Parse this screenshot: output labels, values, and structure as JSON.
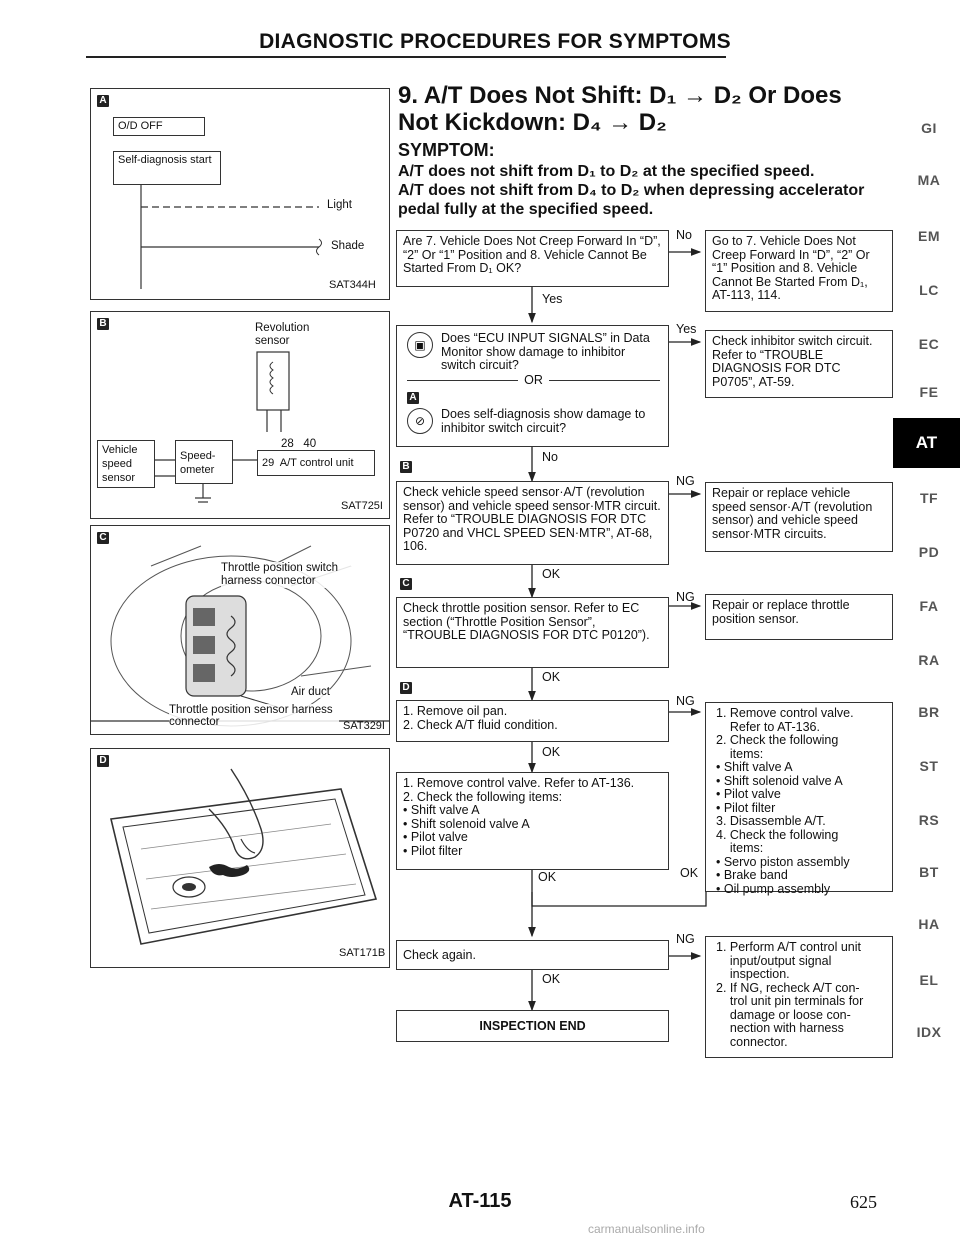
{
  "header": {
    "title": "DIAGNOSTIC PROCEDURES FOR SYMPTOMS"
  },
  "panels": {
    "a": {
      "tag": "A",
      "od_off": "O/D OFF",
      "self_diag": "Self-diagnosis start",
      "light": "Light",
      "shade": "Shade",
      "code": "SAT344H"
    },
    "b": {
      "tag": "B",
      "revolution_sensor": "Revolution sensor",
      "vehicle_speed_sensor": "Vehicle speed sensor",
      "speedometer": "Speed-ometer",
      "pins": "28   40",
      "at_control_unit": "29  A/T control unit",
      "code": "SAT725I"
    },
    "c": {
      "tag": "C",
      "label_top": "Throttle position switch harness connector",
      "air_duct": "Air duct",
      "label_bottom": "Throttle position sensor harness connector",
      "code": "SAT329I"
    },
    "d": {
      "tag": "D",
      "code": "SAT171B"
    }
  },
  "section": {
    "title": "9. A/T Does Not Shift: D₁ → D₂ Or Does Not Kickdown: D₄ → D₂",
    "symptom_heading": "SYMPTOM:",
    "symptom_line1": "A/T does not shift from D₁ to D₂ at the specified speed.",
    "symptom_line2": "A/T does not shift from D₄ to D₂ when depressing accelerator pedal fully at the specified speed."
  },
  "flow": {
    "q1": "Are 7. Vehicle Does Not Creep Forward In “D”, “2” Or “1” Position and 8. Vehicle Cannot Be Started From D₁ OK?",
    "q1_no": "No",
    "r1": "Go to 7. Vehicle Does Not Creep Forward In “D”, “2” Or “1” Position and 8. Vehicle Cannot Be Started From D₁, AT-113, 114.",
    "q1_yes": "Yes",
    "q2a": "Does “ECU INPUT SIGNALS” in Data Monitor show damage to inhibitor switch circuit?",
    "q2_or": "OR",
    "q2b": "Does self-diagnosis show damage to inhibitor switch circuit?",
    "q2_yes": "Yes",
    "r2": "Check inhibitor switch circuit. Refer to “TROUBLE DIAGNOSIS FOR DTC P0705”, AT-59.",
    "q2_no": "No",
    "q3": "Check vehicle speed sensor·A/T (revolution sensor) and vehicle speed sensor·MTR circuit. Refer to “TROUBLE DIAGNOSIS FOR DTC P0720 and VHCL SPEED SEN·MTR”, AT-68, 106.",
    "q3_ng": "NG",
    "r3": "Repair or replace vehicle speed sensor·A/T (revolution sensor) and vehicle speed sensor·MTR circuits.",
    "q3_ok": "OK",
    "q4": "Check throttle position sensor. Refer to EC section (“Throttle Position Sensor”, “TROUBLE DIAGNOSIS FOR DTC P0120”).",
    "q4_ng": "NG",
    "r4": "Repair or replace throttle position sensor.",
    "q4_ok": "OK",
    "q5_l1": "1. Remove oil pan.",
    "q5_l2": "2. Check A/T fluid condition.",
    "q5_ng": "NG",
    "q5_ok": "OK",
    "q6_lines": [
      "1. Remove control valve. Refer to AT-136.",
      "2. Check the following items:",
      "• Shift valve A",
      "• Shift solenoid valve A",
      "• Pilot valve",
      "• Pilot filter"
    ],
    "q6_ok": "OK",
    "r5_lines": [
      "1. Remove control valve.",
      "    Refer to AT-136.",
      "2. Check the following",
      "    items:",
      "• Shift valve A",
      "• Shift solenoid valve A",
      "• Pilot valve",
      "• Pilot filter",
      "3. Disassemble A/T.",
      "4. Check the following",
      "    items:",
      "• Servo piston assembly",
      "• Brake band",
      "• Oil pump assembly"
    ],
    "r5_ok": "OK",
    "q7": "Check again.",
    "q7_ng": "NG",
    "q7_ok": "OK",
    "r6_lines": [
      "1. Perform A/T control unit",
      "    input/output signal",
      "    inspection.",
      "2. If NG, recheck A/T con-",
      "    trol unit pin terminals for",
      "    damage or loose con-",
      "    nection with harness",
      "    connector."
    ],
    "end": "INSPECTION END",
    "tag_b": "B",
    "tag_c": "C",
    "tag_d": "D",
    "tag_a": "A"
  },
  "tabs": [
    "GI",
    "MA",
    "EM",
    "LC",
    "EC",
    "FE",
    "AT",
    "TF",
    "PD",
    "FA",
    "RA",
    "BR",
    "ST",
    "RS",
    "BT",
    "HA",
    "EL",
    "IDX"
  ],
  "active_tab": "AT",
  "footer": {
    "page_code": "AT-115",
    "page_number": "625",
    "site": "carmanualsonline.info"
  }
}
